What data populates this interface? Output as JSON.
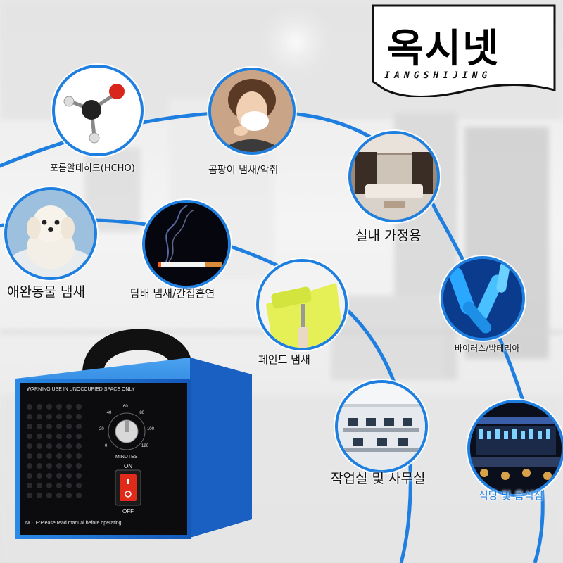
{
  "logo": {
    "title": "옥시넷",
    "subtitle": "IANGSHIJING"
  },
  "applications": [
    {
      "label": "포름알데히드(HCHO)",
      "icon": "formaldehyde-molecule-icon"
    },
    {
      "label": "곰팡이 냄새/악취",
      "icon": "sneezing-person-icon"
    },
    {
      "label": "실내 가정용",
      "icon": "living-room-icon"
    },
    {
      "label": "애완동물 냄새",
      "icon": "dog-icon"
    },
    {
      "label": "담배 냄새/간접흡연",
      "icon": "cigarette-icon"
    },
    {
      "label": "페인트 냄새",
      "icon": "paint-roller-icon"
    },
    {
      "label": "바이러스/박테리아",
      "icon": "bacteria-icon"
    },
    {
      "label": "작업실 및 사무실",
      "icon": "office-icon"
    },
    {
      "label": "식당 및 음식점",
      "icon": "restaurant-icon"
    }
  ],
  "device": {
    "warning_label": "WARNING:USE IN UNOCCUPIED SPACE ONLY",
    "timer_label": "MINUTES",
    "timer_ticks": [
      "0",
      "20",
      "40",
      "60",
      "80",
      "100",
      "120"
    ],
    "switch_on": "ON",
    "switch_off": "OFF",
    "note_label": "NOTE:Please read manual before operating"
  },
  "colors": {
    "accent_blue": "#1f7fe0",
    "device_blue": "#1e6fd0",
    "switch_red": "#e02a1a"
  }
}
